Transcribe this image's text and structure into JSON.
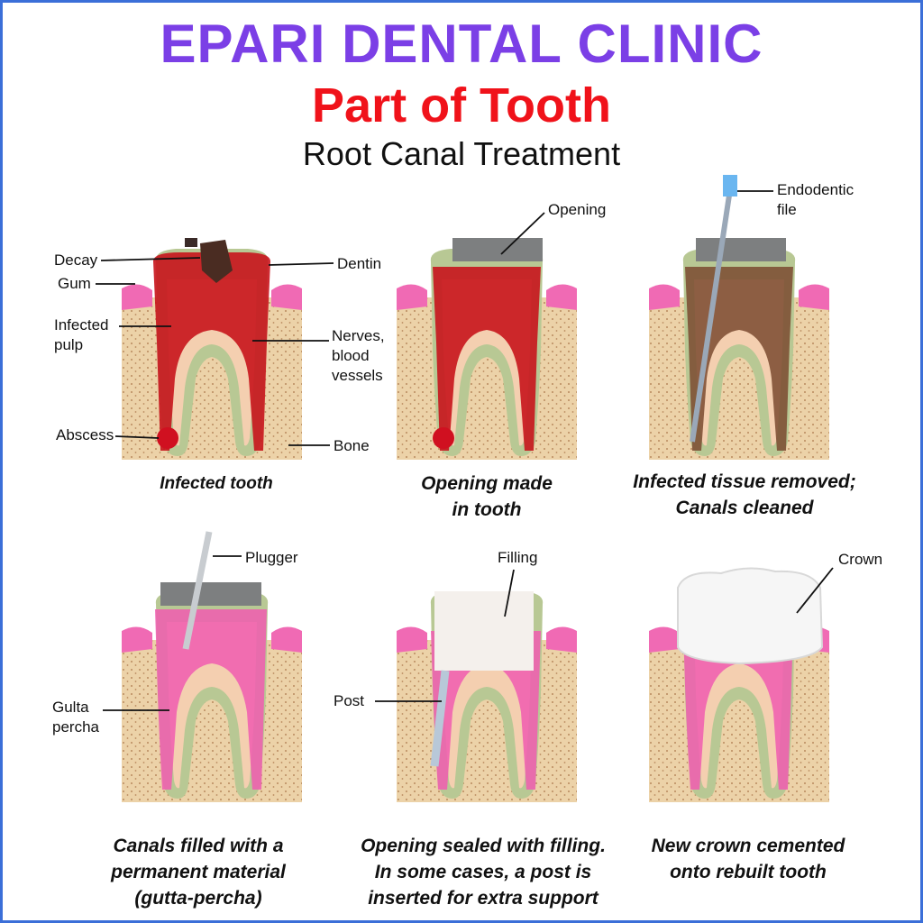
{
  "header": {
    "clinic_name": "EPARI DENTAL CLINIC",
    "subtitle": "Part of Tooth",
    "topic": "Root Canal Treatment"
  },
  "colors": {
    "clinic_name": "#7b3fe6",
    "subtitle": "#f0121a",
    "border": "#3b6fd8",
    "gum": "#f06ab4",
    "bone": "#e8cfa6",
    "dentin": "#b8c894",
    "pulp_infected": "#c8141c",
    "gutta_percha": "#f05cb0",
    "crown": "#f4f4f4"
  },
  "panels": [
    {
      "caption": [
        "Infected tooth"
      ],
      "labels": {
        "decay": "Decay",
        "gum": "Gum",
        "infected_pulp": [
          "Infected",
          "pulp"
        ],
        "abscess": "Abscess",
        "dentin": "Dentin",
        "nerves": [
          "Nerves,",
          "blood",
          "vessels"
        ],
        "bone": "Bone"
      }
    },
    {
      "caption": [
        "Opening made",
        "in tooth"
      ],
      "labels": {
        "opening": "Opening"
      }
    },
    {
      "caption": [
        "Infected tissue removed;",
        "Canals cleaned"
      ],
      "labels": {
        "endodontic_file": [
          "Endodentic",
          "file"
        ]
      }
    },
    {
      "caption": [
        "Canals filled with a",
        "permanent material",
        "(gutta-percha)"
      ],
      "labels": {
        "plugger": "Plugger",
        "gutta_percha": [
          "Gulta",
          "percha"
        ]
      }
    },
    {
      "caption": [
        "Opening sealed with filling.",
        "In some cases, a post is",
        "inserted for extra support"
      ],
      "labels": {
        "filling": "Filling",
        "post": "Post"
      }
    },
    {
      "caption": [
        "New crown cemented",
        "onto rebuilt tooth"
      ],
      "labels": {
        "crown": "Crown"
      }
    }
  ]
}
